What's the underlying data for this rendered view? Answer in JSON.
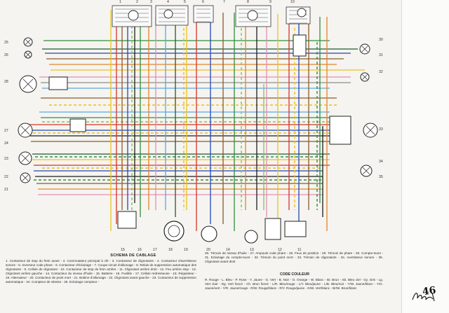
{
  "diagram": {
    "title": "SCHEMA DE CABLAGE",
    "legend_left": "1. Contacteur de stop du frein avant - 2. Commutateur principal à clé - 3. Contacteur de clignotants - 4. Contacteur d'avertisseur sonore - 5. Inverseur code phare - 6. Contacteur d'éclairage - 7. Coupe-circuit d'allumage - 8. Relais de suppression automatique des clignotants - 9. Cellule de clignotant - 10. Contacteur de stop du frein arrière - 11. Clignotant arrière droit - 12. Feu arrière stop - 13. Clignotant arrière gauche - 14. Contacteur du niveau d'huile - 15. Batterie - 16. Fusible - 17. Cellule redresseuse - 18. Régulateur - 19. Alternateur - 20. Contacteur de point mort - 21. Bobine d'allumage - 22. Clignotant avant gauche - 23. Contacteur de suppression automatique - 24. Compteur de vitesse - 25. Eclairage compteur -",
    "legend_right": "26. Témoin de niveau d'huile - 27. Ampoule code phare - 28. Feux de position - 29. Témoin de phare - 30. Compte-tours - 31. Eclairage du compte-tours - 32. Témoin du point mort - 33. Témoin de clignotants - 34. Avertisseur sonore - 35. Clignotant avant droit",
    "color_title": "CODE COULEUR",
    "color_code": "R. Rouge - L. Bleu - P. Rose - Y. Jaune - G. Vert - B. Noir - O. Orange - W. Blanc - Br. Brun - Sb. Bleu ciel - Gy. Gris - Lg. Vert clair - Dg. Vert foncé - Ch. Brun foncé - L/R. Bleu/rouge - L/Y. Bleu/jaune - L/B. Bleu/noir - Y/W. Jaune/blanc - Y/G. Jaune/vert - Y/R. Jaune/rouge - R/W. Rouge/blanc - R/Y. Rouge/jaune - G/W. Vert/blanc - Br/W. Brun/blanc",
    "page_number": "46"
  },
  "component_labels": [
    "25",
    "26",
    "28",
    "27",
    "24",
    "23",
    "22",
    "21",
    "15",
    "16",
    "17",
    "18",
    "19",
    "20",
    "14",
    "13",
    "12",
    "11",
    "30",
    "31",
    "32",
    "33",
    "34",
    "35",
    "1",
    "2",
    "3",
    "4",
    "5",
    "6",
    "7",
    "8",
    "9",
    "10"
  ],
  "colors": {
    "red": "#d6342a",
    "blue": "#2347b8",
    "sky": "#5aa7de",
    "yellow": "#e9c21f",
    "green": "#2f8f3a",
    "lightgreen": "#7fc45a",
    "darkgreen": "#1f5a2e",
    "black": "#1c1c1c",
    "brown": "#8a5a2b",
    "orange": "#e4832a",
    "pink": "#e38db6",
    "gray": "#8e8e8e",
    "white": "#ffffff"
  }
}
